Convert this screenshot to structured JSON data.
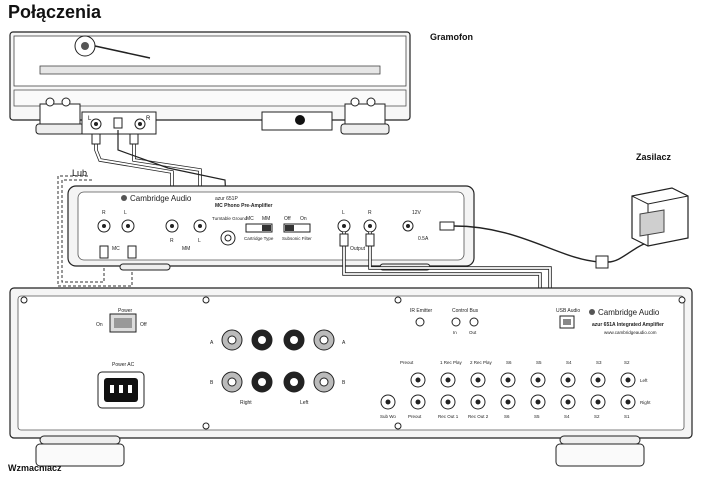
{
  "title": "Połączenia",
  "labels": {
    "turntable": "Gramofon",
    "power_supply": "Zasilacz",
    "amplifier": "Wzmacniacz",
    "alternative": "Lub"
  },
  "turntable": {
    "jack_left": "L",
    "jack_right": "R"
  },
  "preamp": {
    "brand": "Cambridge Audio",
    "model": "azur 651P",
    "subtitle": "MC Phono Pre-Amplifier",
    "input_r": "R",
    "input_l": "L",
    "input_mc": "MC",
    "input_mm": "MM",
    "mm_r": "R",
    "mm_l": "L",
    "ground": "Turntable Ground",
    "switch_mc": "MC",
    "switch_mm": "MM",
    "cartridge_type": "Cartridge Type",
    "switch_off": "Off",
    "switch_on": "On",
    "subsonic_filter": "Subsonic Filter",
    "out_l": "L",
    "out_r": "R",
    "output": "Output",
    "dc_in": "12V",
    "current": "0.5A"
  },
  "amp": {
    "brand": "Cambridge Audio",
    "model": "azur 651A Integrated Amplifier",
    "url": "www.cambridgeaudio.com",
    "power_label": "Power",
    "on": "On",
    "off": "Off",
    "power_ac": "Power AC",
    "speaker_a": "A",
    "speaker_b": "B",
    "right": "Right",
    "left": "Left",
    "ir_emitter": "IR Emitter",
    "control_bus": "Control Bus",
    "control_in": "In",
    "control_out": "Out",
    "usb_audio": "USB Audio",
    "lout": "Left",
    "rout": "Right",
    "sub_woofer": "Sub Wo",
    "preout": "Preout",
    "rec_out_1": "Rec Out 1",
    "rec_out_2": "Rec Out 2",
    "s2": "S2",
    "s3": "S3",
    "s4": "S4",
    "s5": "S5",
    "s6": "S6",
    "s1": "S1",
    "rec_in_1": "1 Rec Play",
    "rec_in_2": "2 Rec Play"
  }
}
